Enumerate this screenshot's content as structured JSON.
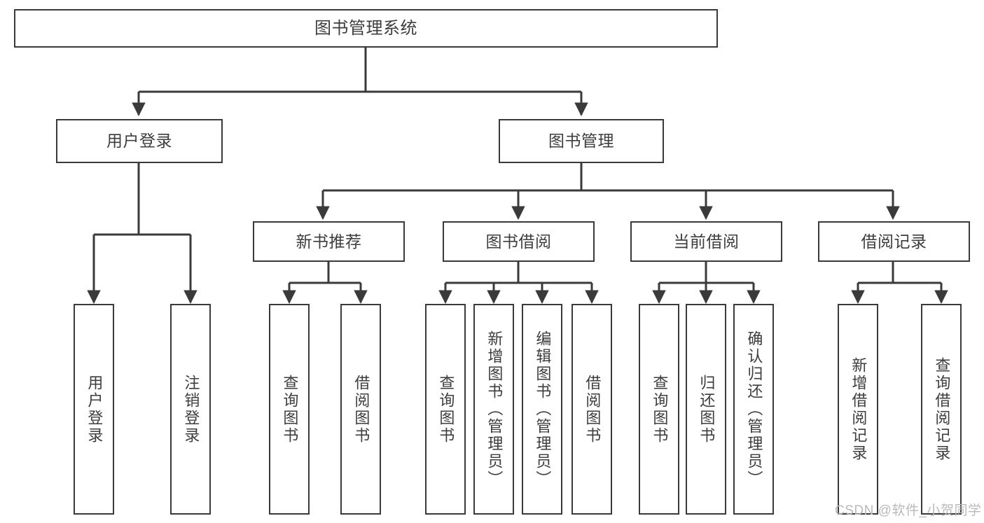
{
  "diagram": {
    "type": "tree-hierarchy",
    "title": "图书管理系统",
    "watermark": "CSDN @软件_小贺同学",
    "colors": {
      "box_border": "#3a3a3a",
      "box_fill": "#ffffff",
      "text": "#3d3d3d",
      "edge": "#3a3a3a",
      "watermark": "#b9b9b9",
      "background": "#ffffff"
    },
    "nodes": {
      "root": {
        "label": "图书管理系统"
      },
      "level1": [
        {
          "id": "user-login",
          "label": "用户登录"
        },
        {
          "id": "book-manage",
          "label": "图书管理"
        }
      ],
      "level2": [
        {
          "id": "new-book-recommend",
          "label": "新书推荐"
        },
        {
          "id": "book-borrow",
          "label": "图书借阅"
        },
        {
          "id": "current-borrow",
          "label": "当前借阅"
        },
        {
          "id": "borrow-record",
          "label": "借阅记录"
        }
      ],
      "leaves": {
        "user_login": [
          {
            "id": "leaf-user-login",
            "label": "用户登录"
          },
          {
            "id": "leaf-logout-login",
            "label": "注销登录"
          }
        ],
        "new_book_recommend": [
          {
            "id": "leaf-query-book-1",
            "label": "查询图书"
          },
          {
            "id": "leaf-borrow-book-1",
            "label": "借阅图书"
          }
        ],
        "book_borrow": [
          {
            "id": "leaf-query-book-2",
            "label": "查询图书"
          },
          {
            "id": "leaf-add-book",
            "label": "新增图书（管理员）"
          },
          {
            "id": "leaf-edit-book",
            "label": "编辑图书（管理员）"
          },
          {
            "id": "leaf-borrow-book-2",
            "label": "借阅图书"
          }
        ],
        "current_borrow": [
          {
            "id": "leaf-query-book-3",
            "label": "查询图书"
          },
          {
            "id": "leaf-return-book",
            "label": "归还图书"
          },
          {
            "id": "leaf-confirm-return",
            "label": "确认归还（管理员）"
          }
        ],
        "borrow_record": [
          {
            "id": "leaf-add-record",
            "label": "新增借阅记录"
          },
          {
            "id": "leaf-query-record",
            "label": "查询借阅记录"
          }
        ]
      }
    }
  }
}
